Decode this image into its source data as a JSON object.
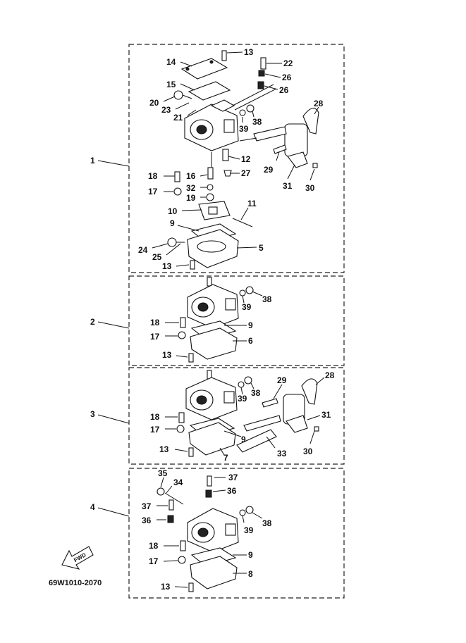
{
  "diagram_code": "69W1010-2070",
  "fwd_label": "FWD",
  "groups": [
    {
      "label": "1",
      "parts": [
        "13",
        "22",
        "14",
        "26",
        "15",
        "26",
        "20",
        "23",
        "21",
        "28",
        "38",
        "39",
        "12",
        "29",
        "18",
        "16",
        "27",
        "32",
        "31",
        "30",
        "17",
        "19",
        "11",
        "10",
        "9",
        "5",
        "24",
        "25",
        "13"
      ]
    },
    {
      "label": "2",
      "parts": [
        "38",
        "39",
        "18",
        "9",
        "17",
        "6",
        "13"
      ]
    },
    {
      "label": "3",
      "parts": [
        "28",
        "29",
        "38",
        "39",
        "31",
        "18",
        "17",
        "9",
        "30",
        "33",
        "13",
        "7"
      ]
    },
    {
      "label": "4",
      "parts": [
        "35",
        "37",
        "34",
        "36",
        "37",
        "36",
        "38",
        "39",
        "18",
        "9",
        "17",
        "8",
        "13"
      ]
    }
  ]
}
